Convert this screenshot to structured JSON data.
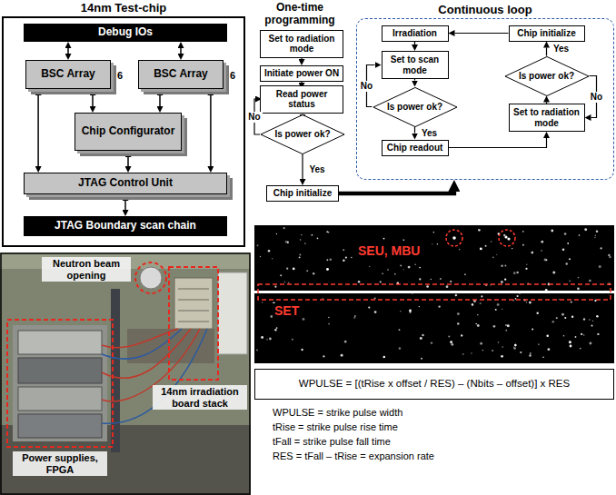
{
  "diagram": {
    "nodes": [
      {
        "text": [
          "14nm Test-chip"
        ]
      },
      {
        "text": [
          "Debug IOs"
        ],
        "in": 0
      },
      {
        "text": [
          "BSC Array",
          "6"
        ],
        "in": 0
      },
      {
        "text": [
          "BSC Array",
          "6"
        ],
        "in": 0
      },
      {
        "text": [
          "Chip Configurator"
        ],
        "in": 0
      },
      {
        "text": [
          "JTAG Control Unit"
        ],
        "in": 0
      },
      {
        "text": [
          "JTAG Boundary scan chain"
        ],
        "in": 0
      },
      {
        "text": [
          "Set to radiation mode"
        ]
      },
      {
        "text": [
          "Initiate power ON"
        ]
      },
      {
        "text": [
          "Read power status"
        ]
      },
      {
        "text": [
          "Is power ok?"
        ]
      },
      {
        "text": [
          "Chip initialize"
        ]
      },
      {
        "text": [
          "Continuous loop"
        ]
      },
      {
        "text": [
          "Irradiation"
        ],
        "in": 12
      },
      {
        "text": [
          "Set to scan mode"
        ],
        "in": 12
      },
      {
        "text": [
          "Is power ok?"
        ],
        "in": 12
      },
      {
        "text": [
          "Chip readout"
        ],
        "in": 12
      },
      {
        "text": [
          "Chip initialize"
        ],
        "in": 12
      },
      {
        "text": [
          "Is power ok?"
        ],
        "in": 12
      },
      {
        "text": [
          "Set to radiation mode"
        ],
        "in": 12
      },
      {
        "text": [
          "WPULSE = [(tRise x offset / RES) – (Nbits – offset)] x RES"
        ]
      }
    ],
    "edges": [
      {
        "from": 1,
        "to": 2,
        "arrow": "both"
      },
      {
        "from": 1,
        "to": 3,
        "arrow": "both"
      },
      {
        "from": 2,
        "to": 4,
        "arrow": "both"
      },
      {
        "from": 3,
        "to": 4,
        "arrow": "both"
      },
      {
        "from": 2,
        "to": 5,
        "arrow": "both"
      },
      {
        "from": 3,
        "to": 5,
        "arrow": "both"
      },
      {
        "from": 4,
        "to": 5,
        "arrow": "both"
      },
      {
        "from": 5,
        "to": 6,
        "arrow": "both"
      },
      {
        "from": 7,
        "to": 8,
        "arrow": "to"
      },
      {
        "from": 8,
        "to": 9,
        "arrow": "to"
      },
      {
        "from": 9,
        "to": 10,
        "arrow": "to"
      },
      {
        "from": 10,
        "to": 9,
        "label": "No",
        "arrow": "to"
      },
      {
        "from": 10,
        "to": 11,
        "label": "Yes",
        "arrow": "to"
      },
      {
        "from": 11,
        "to": 12,
        "arrow": "to"
      },
      {
        "from": 13,
        "to": 14,
        "arrow": "to"
      },
      {
        "from": 14,
        "to": 15,
        "arrow": "to"
      },
      {
        "from": 15,
        "to": 14,
        "label": "No",
        "arrow": "to"
      },
      {
        "from": 15,
        "to": 16,
        "label": "Yes",
        "arrow": "to"
      },
      {
        "from": 16,
        "to": 19,
        "arrow": "to"
      },
      {
        "from": 19,
        "to": 18,
        "arrow": "to"
      },
      {
        "from": 18,
        "to": 17,
        "label": "Yes",
        "arrow": "to"
      },
      {
        "from": 18,
        "to": 19,
        "label": "No",
        "arrow": "to"
      },
      {
        "from": 17,
        "to": 13,
        "arrow": "to"
      }
    ],
    "labels": [
      "One-time programming",
      "Neutron beam opening",
      "14nm irradiation board stack",
      "Power supplies, FPGA",
      "SEU, MBU",
      "SET",
      "WPULSE = strike pulse width",
      "tRise = strike pulse rise time",
      "tFall = strike pulse fall time",
      "RES = tFall – tRise = expansion rate"
    ]
  }
}
